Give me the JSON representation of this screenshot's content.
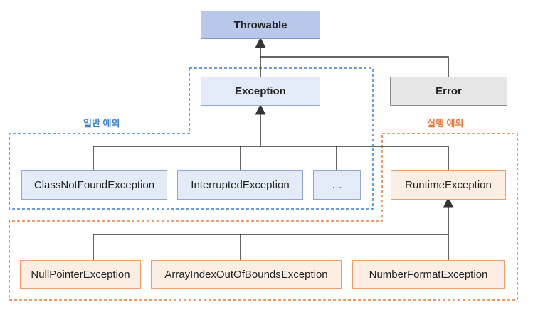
{
  "nodes": {
    "throwable": "Throwable",
    "exception": "Exception",
    "error": "Error",
    "class_not_found": "ClassNotFoundException",
    "interrupted": "InterruptedException",
    "ellipsis": "…",
    "runtime": "RuntimeException",
    "null_pointer": "NullPointerException",
    "array_index": "ArrayIndexOutOfBoundsException",
    "number_format": "NumberFormatException"
  },
  "regions": {
    "checked_label": "일반 예외",
    "runtime_label": "실행 예외"
  },
  "colors": {
    "checked_region": "#3f7fd0",
    "runtime_region": "#ec7a3a",
    "connector": "#333333"
  }
}
